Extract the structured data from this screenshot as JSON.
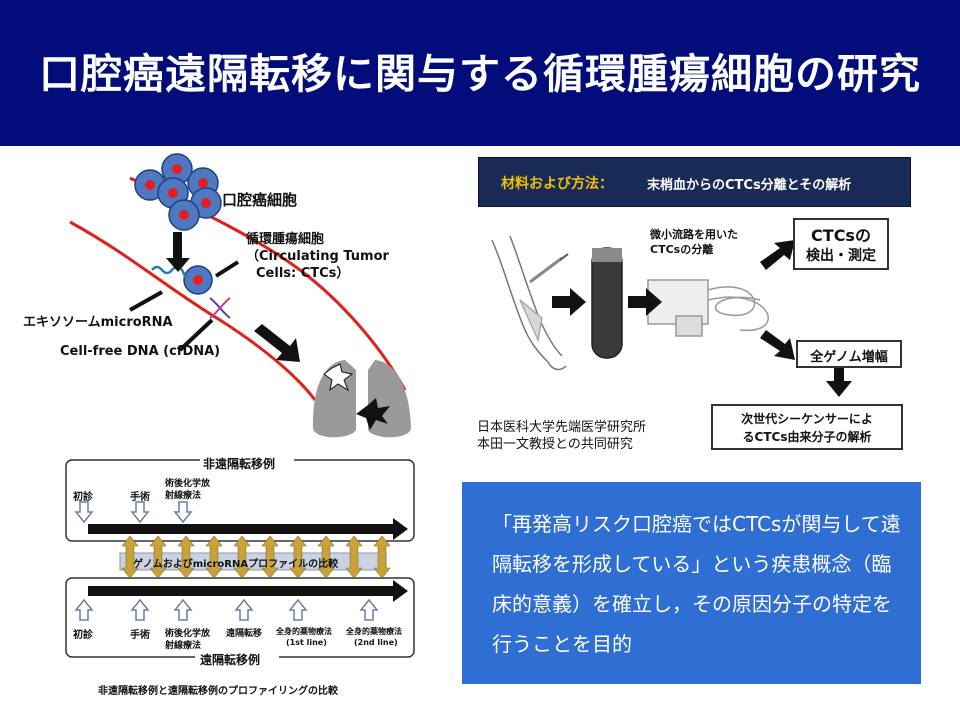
{
  "title": "口腔癌遠隔転移に関与する循環腫瘍細胞の研究",
  "left_diagram": {
    "oral_cancer_cells": "口腔癌細胞",
    "ctc_label_1": "循環腫瘍細胞",
    "ctc_label_2": "（Circulating Tumor",
    "ctc_label_3": "Cells: CTCs）",
    "exosome": "エキソソームmicroRNA",
    "cfdna": "Cell-free DNA (cfDNA)"
  },
  "timeline": {
    "non_metastatic": "非遠隔転移例",
    "metastatic": "遠隔転移例",
    "comparison": "ゲノムおよびmicroRNAプロファイルの比較",
    "upper_steps": [
      "初診",
      "手術",
      "術後化学放",
      "射線療法"
    ],
    "lower_steps": [
      "初診",
      "手術",
      "術後化学放",
      "射線療法",
      "遠隔転移",
      "全身的薬物療法",
      "(1st line)",
      "全身的薬物療法",
      "(2nd line)"
    ],
    "caption": "非遠隔転移例と遠隔転移例のプロファイリングの比較"
  },
  "methods": {
    "heading": "材料および方法：",
    "description": "末梢血からのCTCs分離とその解析",
    "microfluidic_1": "微小流路を用いた",
    "microfluidic_2": "CTCsの分離",
    "detect_1": "CTCsの",
    "detect_2": "検出・測定",
    "wga": "全ゲノム増幅",
    "ngs_1": "次世代シーケンサーによ",
    "ngs_2": "るCTCs由来分子の解析",
    "collab_1": "日本医科大学先端医学研究所",
    "collab_2": "本田一文教授との共同研究"
  },
  "conclusion": {
    "text": "「再発高リスク口腔癌ではCTCsが関与して遠隔転移を形成している」という疾患概念（臨床的意義）を確立し，その原因分子の特定を行うことを目的"
  },
  "colors": {
    "header": "#020c7a",
    "methods_bar": "#1a2a56",
    "methods_heading": "#f0c200",
    "conclusion_box": "#2f6ed3",
    "vessel": "#e0201c",
    "cell_fill": "#4f78c2",
    "cell_nucleus": "#e41e1e"
  }
}
